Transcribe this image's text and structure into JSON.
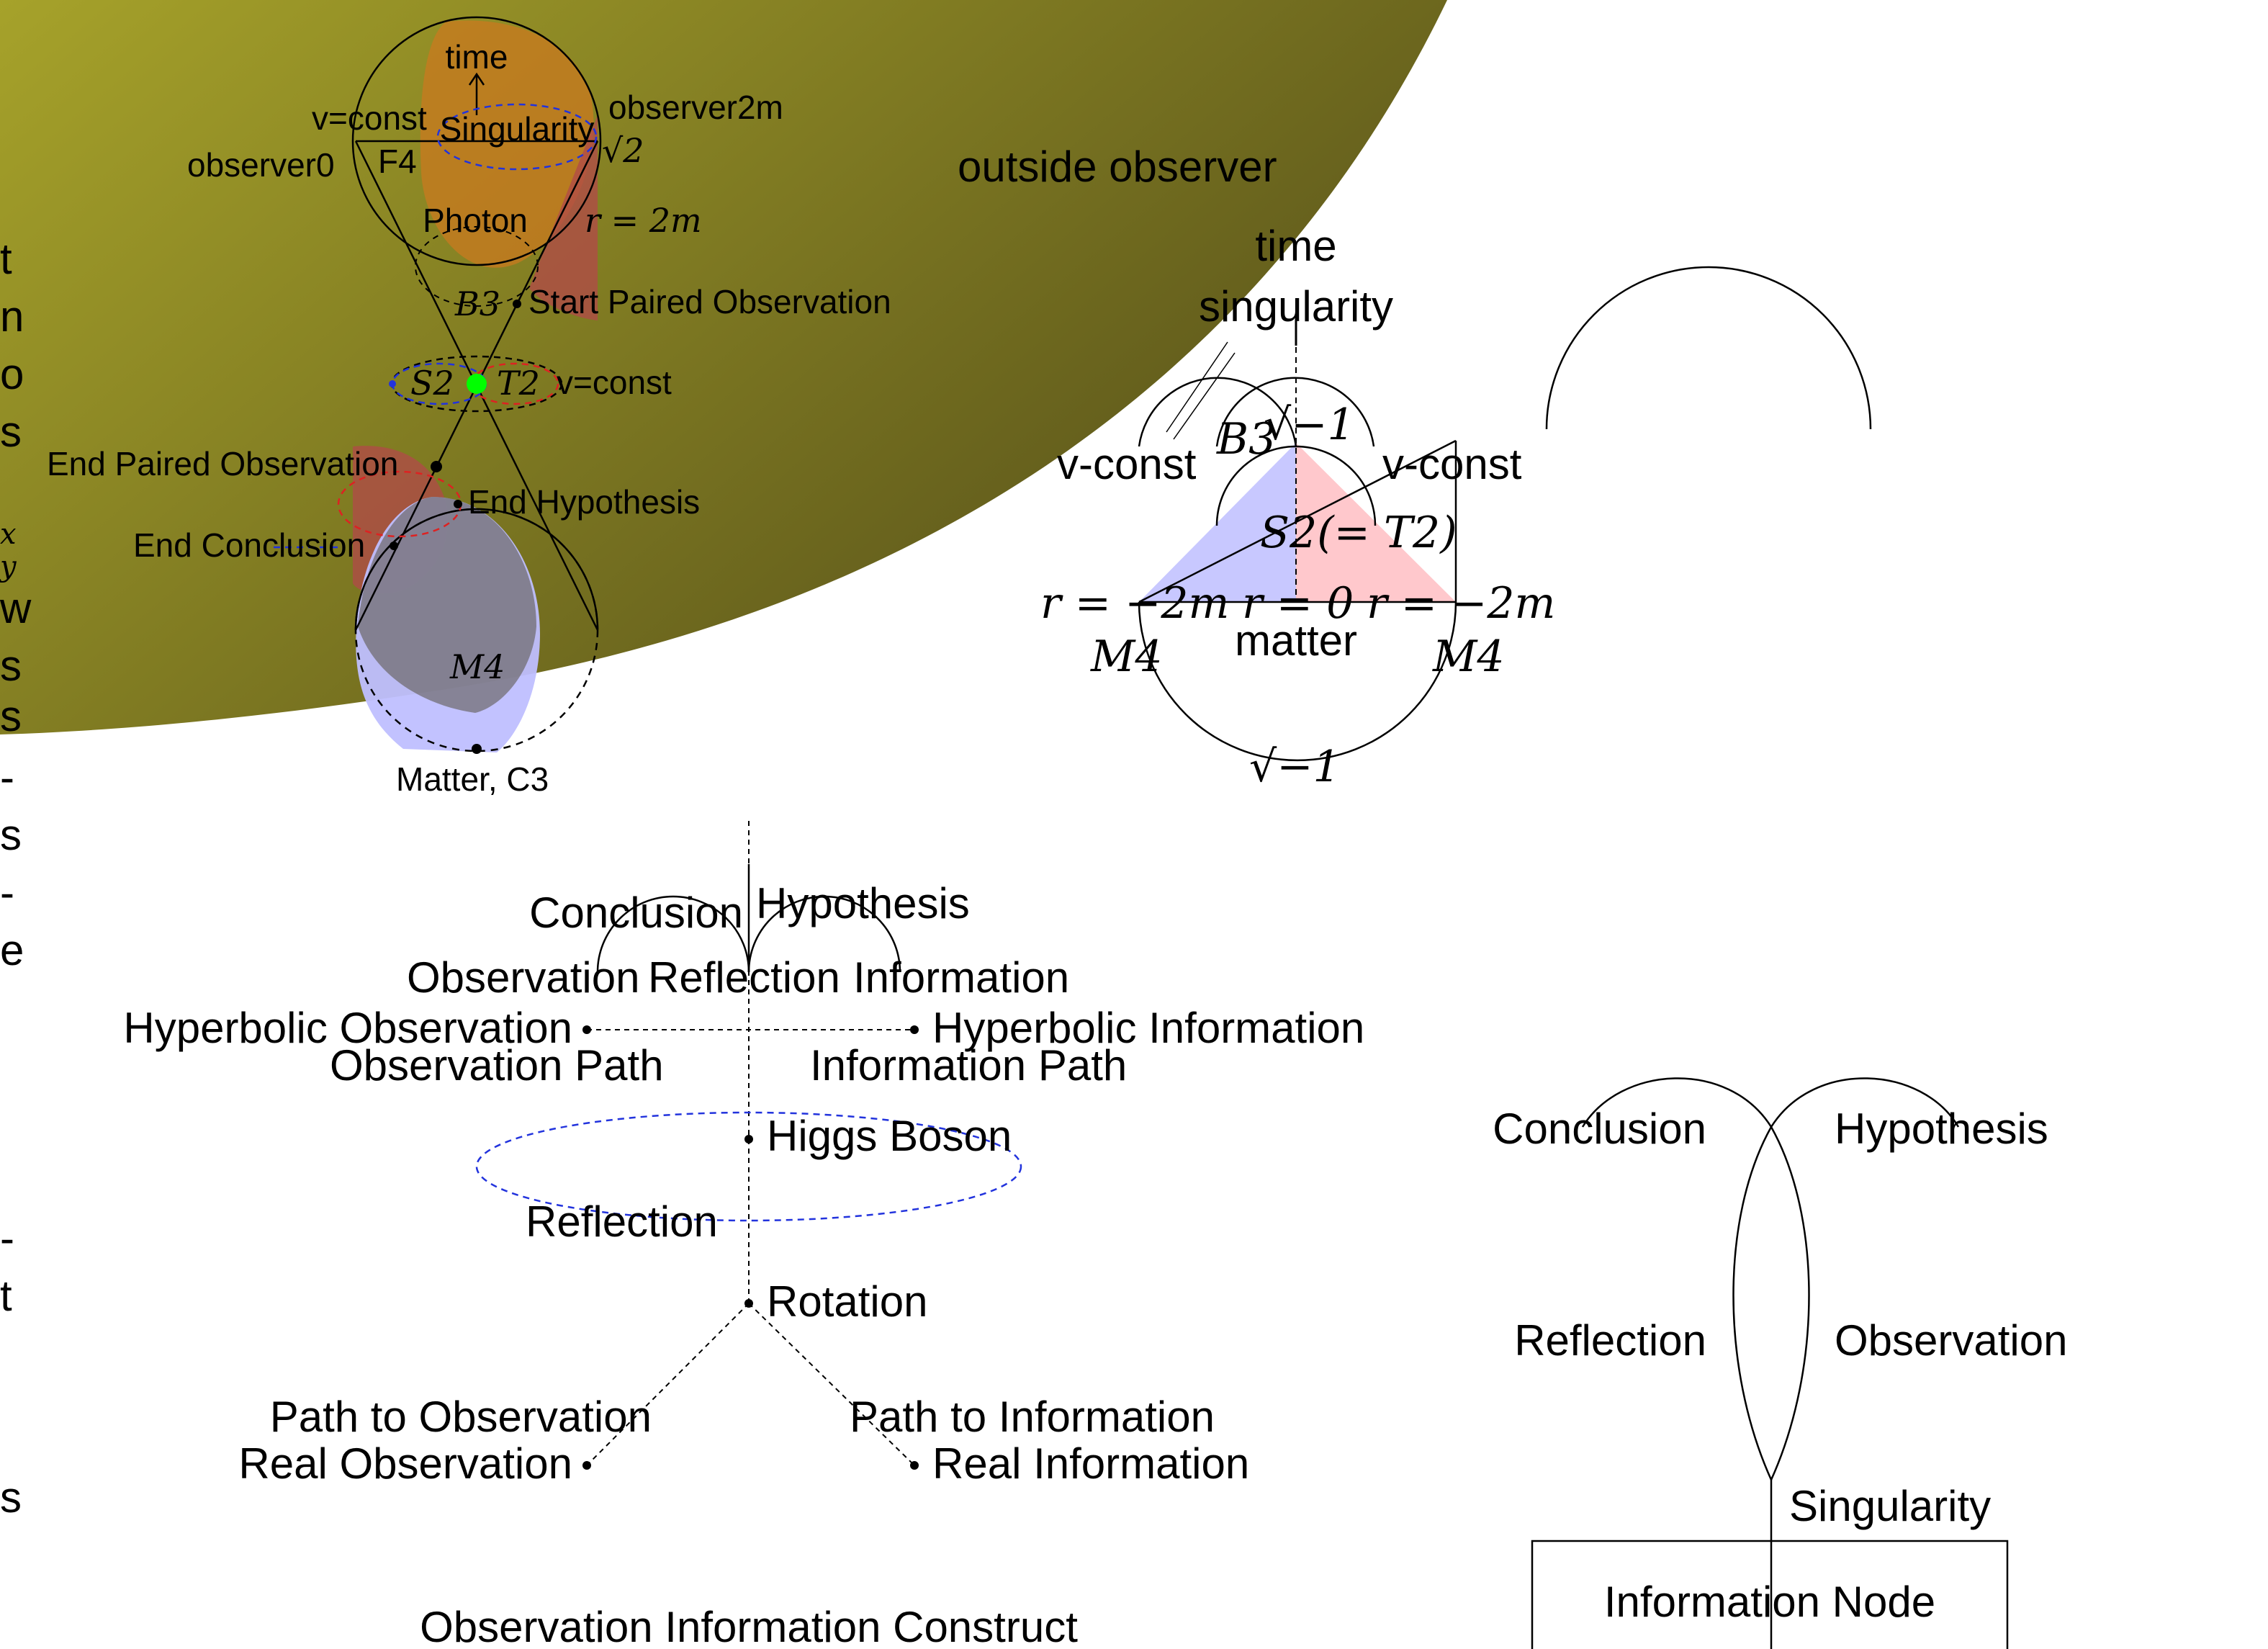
{
  "colors": {
    "olive_light": "#a6a22a",
    "olive_dark": "#58521a",
    "singularity_orange": "#c9791f",
    "hypothesis_red": "#b24a4a",
    "matter_blue": "#bfbfff",
    "triangle_blue": "#c8c8ff",
    "triangle_pink": "#ffc8cc",
    "green_dot": "#00ff00",
    "dashed_blue": "#2233dd",
    "dashed_red": "#dd2222"
  },
  "left_edge_fragments": [
    "t",
    "n",
    "o",
    "s",
    "x",
    "y",
    "w",
    "s",
    "s",
    "-",
    "s",
    "-",
    "e",
    "-",
    "t",
    "s"
  ],
  "hourglass": {
    "time": "time",
    "v_const_top": "v=const",
    "singularity": "Singularity",
    "observer_2m": "observer2m",
    "sqrt2": "√2",
    "observer_0": "observer0",
    "f4": "F4",
    "photon": "Photon",
    "r_2m": "r = 2m",
    "b3": "B3",
    "start_paired_observation": "Start Paired Observation",
    "s2": "S2",
    "t2": "T2",
    "v_const_mid": "v=const",
    "end_paired_observation": "End Paired Observation",
    "end_hypothesis": "End Hypothesis",
    "end_conclusion": "End Conclusion",
    "m4": "M4",
    "matter_c3": "Matter, C3"
  },
  "penrose": {
    "outside_observer": "outside observer",
    "time": "time",
    "singularity": "singularity",
    "b3": "B3",
    "sqrt_minus_1_top": "√−1",
    "v_const_left": "v-const",
    "v_const_right": "v-const",
    "s2_t2": "S2(= T2)",
    "r_minus_2m_left": "r = −2m",
    "r_0": "r = 0",
    "r_minus_2m_right": "r = −2m",
    "m4_left": "M4",
    "matter": "matter",
    "m4_right": "M4",
    "sqrt_minus_1_bottom": "√−1"
  },
  "construct": {
    "conclusion": "Conclusion",
    "hypothesis": "Hypothesis",
    "observation": "Observation",
    "reflection_top": "Reflection",
    "information": "Information",
    "hyperbolic_observation": "Hyperbolic Observation",
    "hyperbolic_information": "Hyperbolic Information",
    "observation_path": "Observation Path",
    "information_path": "Information Path",
    "higgs_boson": "Higgs Boson",
    "reflection": "Reflection",
    "rotation": "Rotation",
    "path_to_observation": "Path to Observation",
    "path_to_information": "Path to Information",
    "real_observation": "Real Observation",
    "real_information": "Real Information",
    "title": "Observation Information Construct"
  },
  "node_diagram": {
    "conclusion": "Conclusion",
    "hypothesis": "Hypothesis",
    "reflection": "Reflection",
    "observation": "Observation",
    "singularity": "Singularity",
    "information_node": "Information Node"
  }
}
